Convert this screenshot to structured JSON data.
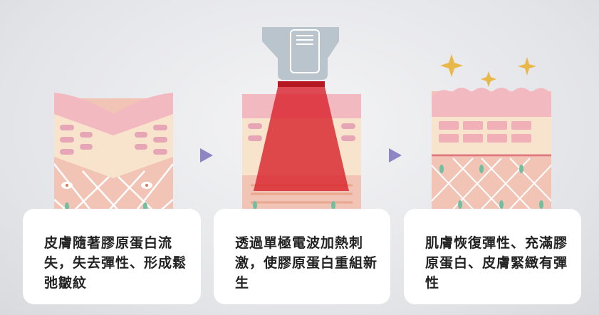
{
  "steps": [
    {
      "text": "皮膚隨著膠原蛋白流失，失去彈性、形成鬆弛皺紋"
    },
    {
      "text": "透過單極電波加熱刺激，使膠原蛋白重組新生"
    },
    {
      "text": "肌膚恢復彈性、充滿膠原蛋白、皮膚緊緻有彈性"
    }
  ],
  "colors": {
    "arrow": "#8e86c4",
    "skin_top": "#f3b9c0",
    "skin_mid": "#f8e4cc",
    "skin_bottom": "#f2c4b6",
    "heat": "#d8202a",
    "sparkle": "#e9b84a"
  }
}
